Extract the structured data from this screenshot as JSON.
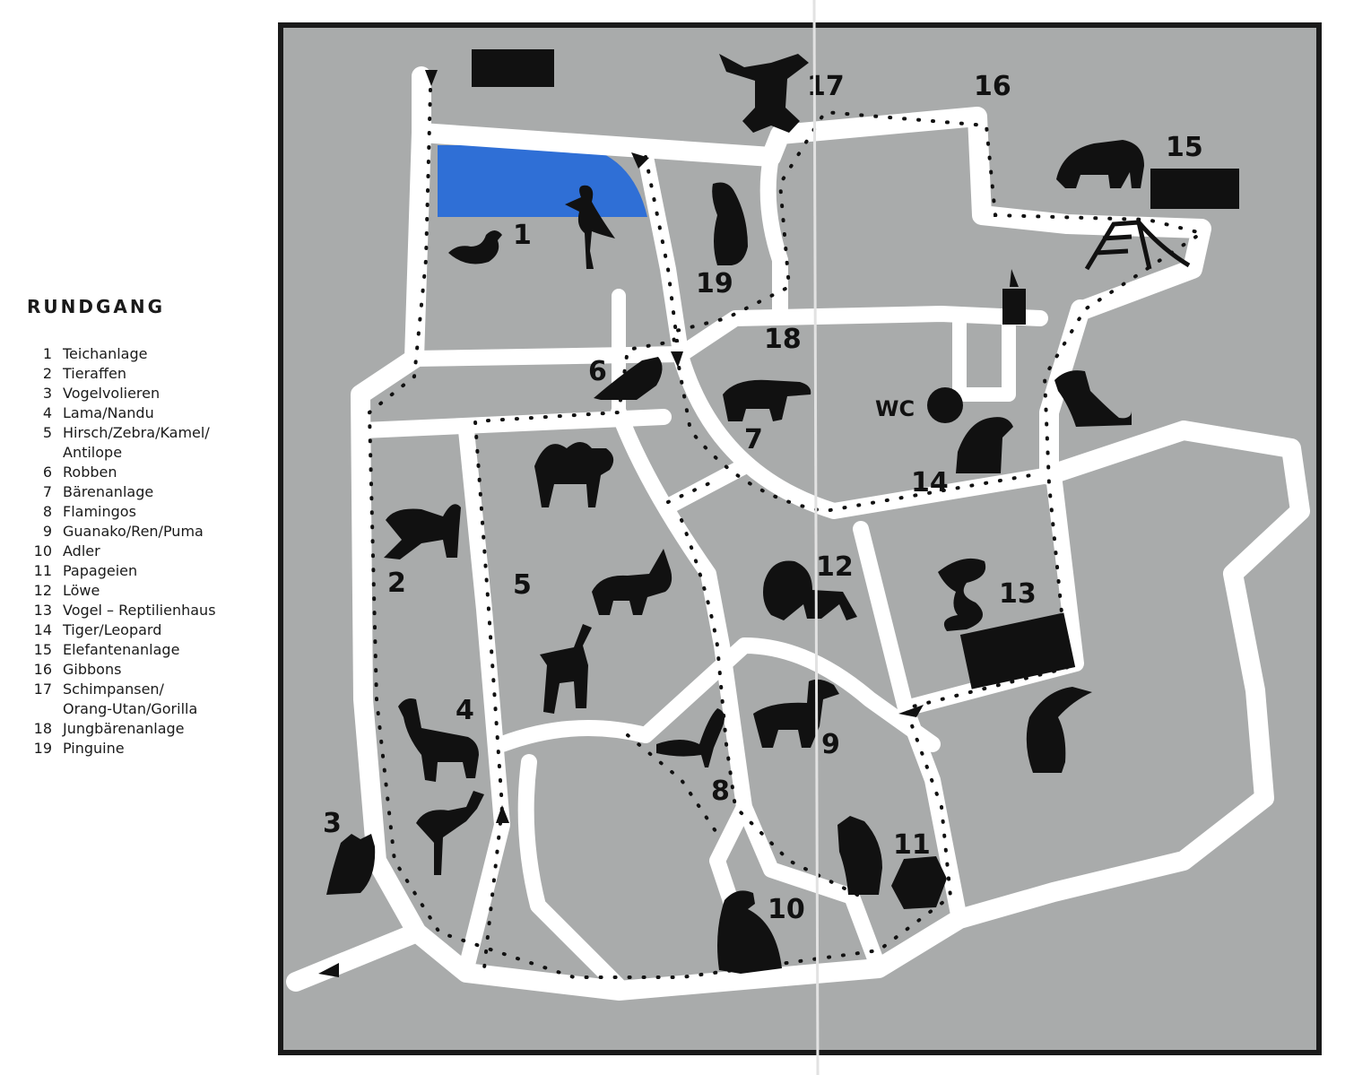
{
  "legend": {
    "title": "RUNDGANG",
    "items": [
      {
        "number": "1",
        "label": "Teichanlage"
      },
      {
        "number": "2",
        "label": "Tieraffen"
      },
      {
        "number": "3",
        "label": "Vogelvolieren"
      },
      {
        "number": "4",
        "label": "Lama/Nandu"
      },
      {
        "number": "5",
        "label": "Hirsch/Zebra/Kamel/\nAntilope"
      },
      {
        "number": "6",
        "label": "Robben"
      },
      {
        "number": "7",
        "label": "Bärenanlage"
      },
      {
        "number": "8",
        "label": "Flamingos"
      },
      {
        "number": "9",
        "label": "Guanako/Ren/Puma"
      },
      {
        "number": "10",
        "label": "Adler"
      },
      {
        "number": "11",
        "label": "Papageien"
      },
      {
        "number": "12",
        "label": "Löwe"
      },
      {
        "number": "13",
        "label": "Vogel – Reptilienhaus"
      },
      {
        "number": "14",
        "label": "Tiger/Leopard"
      },
      {
        "number": "15",
        "label": "Elefantenanlage"
      },
      {
        "number": "16",
        "label": "Gibbons"
      },
      {
        "number": "17",
        "label": "Schimpansen/\nOrang-Utan/Gorilla"
      },
      {
        "number": "18",
        "label": "Jungbärenanlage"
      },
      {
        "number": "19",
        "label": "Pinguine"
      }
    ]
  },
  "map": {
    "wc_label": "WC",
    "colors": {
      "ground": "#a9abab",
      "path": "#ffffff",
      "pond": "#2f6fd6",
      "silhouette": "#111111",
      "border": "#1a1a1a"
    },
    "markers": {
      "1": "1",
      "2": "2",
      "3": "3",
      "4": "4",
      "5": "5",
      "6": "6",
      "7": "7",
      "8": "8",
      "9": "9",
      "10": "10",
      "11": "11",
      "12": "12",
      "13": "13",
      "14": "14",
      "15": "15",
      "16": "16",
      "17": "17",
      "18": "18",
      "19": "19"
    },
    "icons": [
      "duck-icon",
      "stork-icon",
      "penguin-icon",
      "chimpanzee-icon",
      "elephant-icon",
      "playground-slide-icon",
      "seal-icon",
      "bear-icon",
      "camel-icon",
      "monkey-icon",
      "donkey-icon",
      "deer-icon",
      "llama-icon",
      "rhea-icon",
      "owl-icon",
      "lion-icon",
      "snake-icon",
      "toucan-icon",
      "flamingo-icon",
      "guanaco-icon",
      "eagle-icon",
      "parrot-icon",
      "tiger-icon",
      "mouse-icon",
      "kiosk-icon"
    ]
  }
}
